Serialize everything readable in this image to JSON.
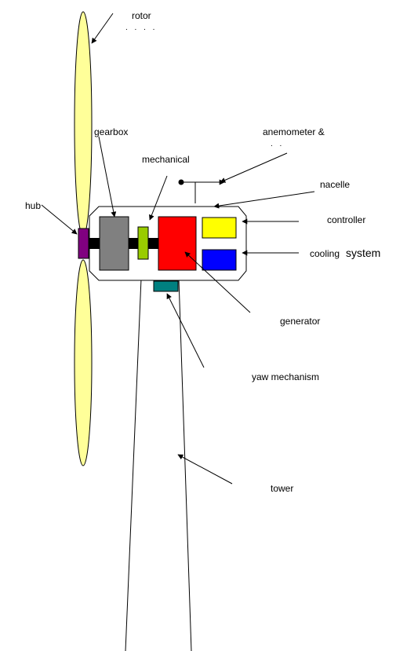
{
  "labels": {
    "rotor": "rotor",
    "rotor_trail": ". . . .",
    "gearbox": "gearbox",
    "mechanical": "mechanical",
    "anemometer": "anemometer &",
    "anemometer_trail": ". .",
    "nacelle": "nacelle",
    "hub": "hub",
    "controller": "controller",
    "cooling": "cooling",
    "system": "system",
    "generator": "generator",
    "yaw_mechanism": "yaw mechanism",
    "tower": "tower"
  },
  "colors": {
    "blade": "#ffff99",
    "hub": "#800080",
    "gearbox": "#808080",
    "brake": "#99cc00",
    "generator": "#ff0000",
    "controller": "#ffff00",
    "cooling": "#0000ff",
    "yaw": "#008080",
    "shaft": "#000000"
  }
}
